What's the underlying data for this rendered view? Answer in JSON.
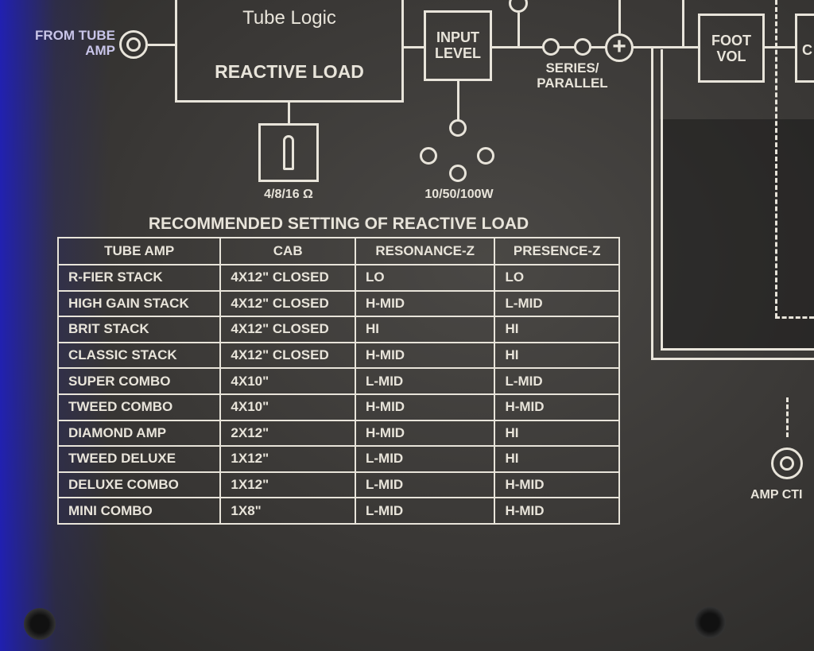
{
  "diagram": {
    "from_tube_amp": "FROM TUBE AMP",
    "brand": "Tube Logic",
    "reactive_load": "REACTIVE LOAD",
    "impedance": "4/8/16 Ω",
    "input_level": "INPUT LEVEL",
    "wattage": "10/50/100W",
    "series_parallel": "SERIES/ PARALLEL",
    "foot_vol": "FOOT VOL",
    "amp_ctrl": "AMP CTI",
    "partial_right": "C"
  },
  "table": {
    "title": "RECOMMENDED SETTING OF REACTIVE LOAD",
    "headers": [
      "TUBE AMP",
      "CAB",
      "RESONANCE-Z",
      "PRESENCE-Z"
    ],
    "rows": [
      [
        "R-FIER STACK",
        "4X12\" CLOSED",
        "LO",
        "LO"
      ],
      [
        "HIGH GAIN STACK",
        "4X12\" CLOSED",
        "H-MID",
        "L-MID"
      ],
      [
        "BRIT STACK",
        "4X12\" CLOSED",
        "HI",
        "HI"
      ],
      [
        "CLASSIC STACK",
        "4X12\" CLOSED",
        "H-MID",
        "HI"
      ],
      [
        "SUPER COMBO",
        "4X10\"",
        "L-MID",
        "L-MID"
      ],
      [
        "TWEED COMBO",
        "4X10\"",
        "H-MID",
        "H-MID"
      ],
      [
        "DIAMOND AMP",
        "2X12\"",
        "H-MID",
        "HI"
      ],
      [
        "TWEED DELUXE",
        "1X12\"",
        "L-MID",
        "HI"
      ],
      [
        "DELUXE COMBO",
        "1X12\"",
        "L-MID",
        "H-MID"
      ],
      [
        "MINI COMBO",
        "1X8\"",
        "L-MID",
        "H-MID"
      ]
    ]
  }
}
